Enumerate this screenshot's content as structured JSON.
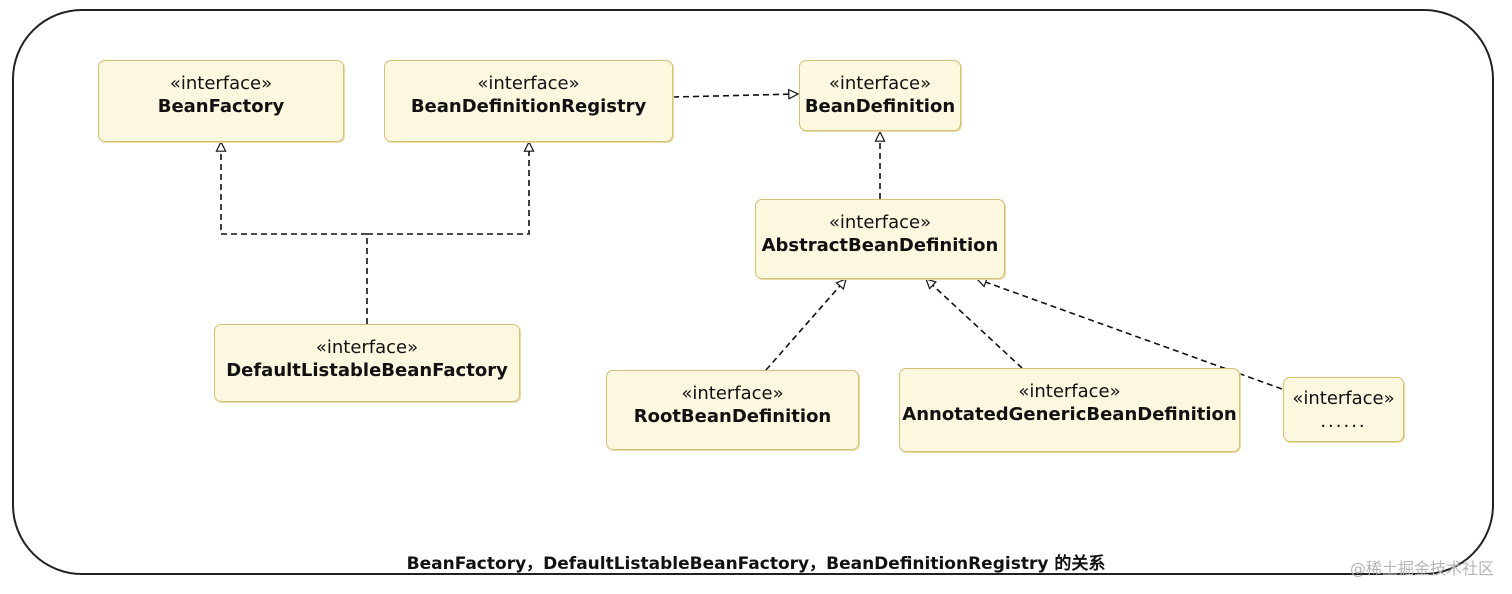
{
  "nodes": [
    {
      "id": "bean_factory",
      "stereotype": "«interface»",
      "name": "BeanFactory"
    },
    {
      "id": "bean_definition_registry",
      "stereotype": "«interface»",
      "name": "BeanDefinitionRegistry"
    },
    {
      "id": "bean_definition",
      "stereotype": "«interface»",
      "name": "BeanDefinition"
    },
    {
      "id": "default_listable_bean_factory",
      "stereotype": "«interface»",
      "name": "DefaultListableBeanFactory"
    },
    {
      "id": "abstract_bean_definition",
      "stereotype": "«interface»",
      "name": "AbstractBeanDefinition"
    },
    {
      "id": "root_bean_definition",
      "stereotype": "«interface»",
      "name": "RootBeanDefinition"
    },
    {
      "id": "annotated_generic_bean_definition",
      "stereotype": "«interface»",
      "name": "AnnotatedGenericBeanDefinition"
    },
    {
      "id": "more",
      "stereotype": "«interface»",
      "name": "......"
    }
  ],
  "edges": [
    {
      "from": "default_listable_bean_factory",
      "to": "bean_factory",
      "style": "dashed",
      "arrow": "open-triangle"
    },
    {
      "from": "default_listable_bean_factory",
      "to": "bean_definition_registry",
      "style": "dashed",
      "arrow": "open-triangle"
    },
    {
      "from": "bean_definition_registry",
      "to": "bean_definition",
      "style": "dashed",
      "arrow": "open-triangle"
    },
    {
      "from": "abstract_bean_definition",
      "to": "bean_definition",
      "style": "dashed",
      "arrow": "open-triangle"
    },
    {
      "from": "root_bean_definition",
      "to": "abstract_bean_definition",
      "style": "dashed",
      "arrow": "open-triangle"
    },
    {
      "from": "annotated_generic_bean_definition",
      "to": "abstract_bean_definition",
      "style": "dashed",
      "arrow": "open-triangle"
    },
    {
      "from": "more",
      "to": "abstract_bean_definition",
      "style": "dashed",
      "arrow": "open-triangle"
    }
  ],
  "caption": "BeanFactory，DefaultListableBeanFactory，BeanDefinitionRegistry 的关系",
  "watermark": "@稀土掘金技术社区",
  "colors": {
    "node_fill": "#fcf7df",
    "node_border": "#d6bf77",
    "line": "#111111"
  }
}
